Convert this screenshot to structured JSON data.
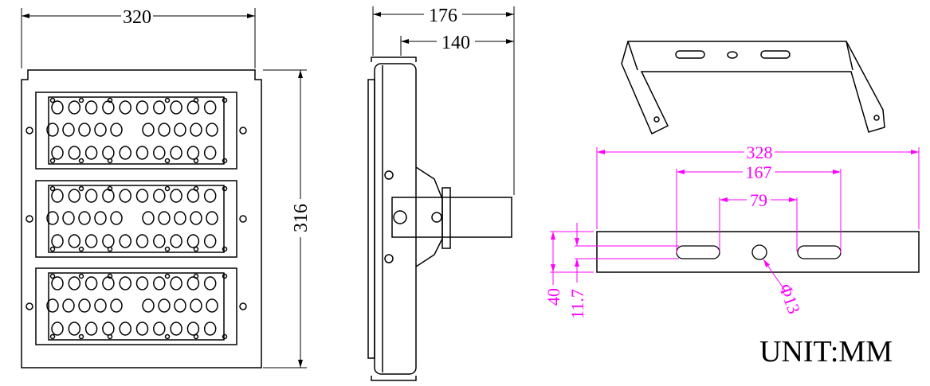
{
  "front_view": {
    "width_label": "320",
    "height_label": "316",
    "modules": 3
  },
  "side_view": {
    "depth_label": "176",
    "arm_label": "140"
  },
  "bracket_view": {
    "length_label": "328",
    "slot_outer_label": "167",
    "slot_inner_label": "79",
    "height_label": "40",
    "slot_offset_label": "11.7",
    "hole_label": "Φ13"
  },
  "unit_label": "UNIT:MM",
  "colors": {
    "line": "#000000",
    "dimension_accent": "#ff00ff"
  }
}
